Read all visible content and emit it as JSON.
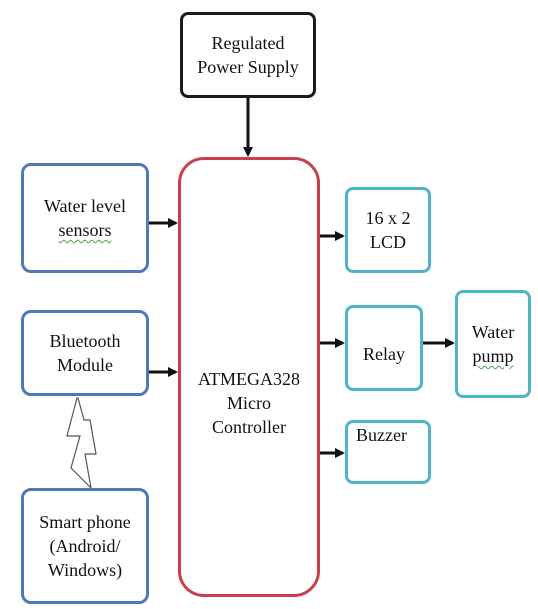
{
  "diagram": {
    "power_supply": [
      "Regulated",
      "Power Supply"
    ],
    "microcontroller": [
      "ATMEGA328",
      "Micro",
      "Controller"
    ],
    "water_level": [
      "Water level",
      "sensors"
    ],
    "bluetooth": [
      "Bluetooth",
      "Module"
    ],
    "smartphone": [
      "Smart phone",
      "(Android/",
      "Windows)"
    ],
    "lcd": [
      "16 x 2",
      "LCD"
    ],
    "relay": "Relay",
    "water_pump": [
      "Water",
      "pump"
    ],
    "buzzer": "Buzzer"
  },
  "colors": {
    "power_border": "#1c1c1c",
    "mcu_border": "#c8414a",
    "input_border": "#5276b8",
    "output_border": "#4fb4c6",
    "arrow": "#111111"
  }
}
